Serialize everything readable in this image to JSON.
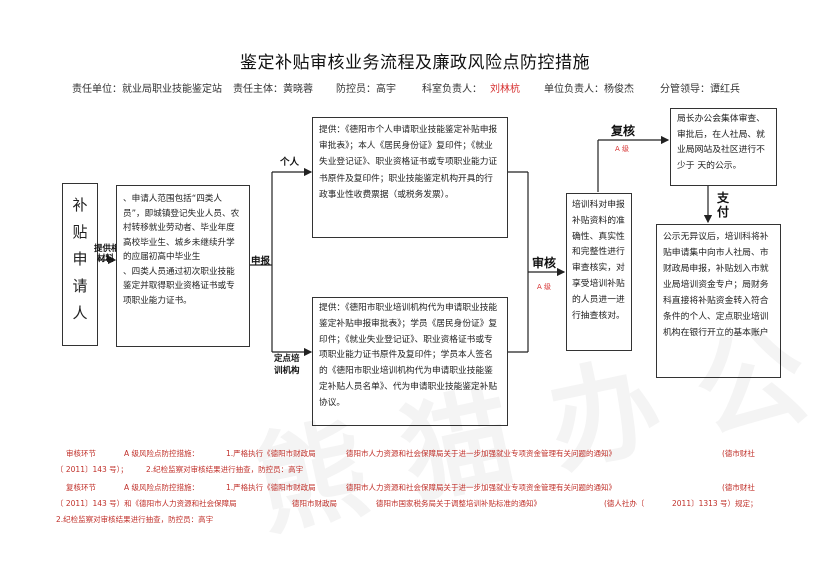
{
  "title": "鉴定补贴审核业务流程及廉政风险点防控措施",
  "meta": {
    "unit_label": "责任单位：就业局职业技能鉴定站",
    "subject_label": "责任主体：黄晓蓉",
    "controller_label": "防控员：高宇",
    "section_head_label": "科室负责人：",
    "section_head_name": "刘林杭",
    "unit_head_label": "单位负责人：杨俊杰",
    "leader_label": "分管领导：谭红兵"
  },
  "flow": {
    "applicant": [
      "补",
      "贴",
      "申",
      "请",
      "人"
    ],
    "materials_label_1": "提供相关",
    "materials_label_2": "材料",
    "conditions": {
      "line1": "、申请人范围包括“四类人员”，即城镇登记失业人员、农村转移就业劳动者、毕业年度高校毕业生、城乡未继续升学的应届初高中毕业生",
      "line2": "、四类人员通过初次职业技能鉴定并取得职业资格证书或专项职业能力证书。"
    },
    "submit_label": "申报",
    "individual_label": "个人",
    "institution_label_1": "定点培",
    "institution_label_2": "训机构",
    "individual_box": "提供：《德阳市个人申请职业技能鉴定补贴申报审批表》；本人《居民身份证》复印件；《就业失业登记证》、职业资格证书或专项职业能力证书原件及复印件；职业技能鉴定机构开具的行政事业性收费票据（或税务发票）。",
    "institution_box": "提供：《德阳市职业培训机构代为申请职业技能鉴定补贴申报审批表》；学员《居民身份证》复印件；《就业失业登记证》、职业资格证书或专项职业能力证书原件及复印件；学员本人签名的《德阳市职业培训机构代为申请职业技能鉴定补贴人员名单》、代为申请职业技能鉴定补贴协议。",
    "review_label": "审核",
    "review_grade": "A 级",
    "review_box": "培训科对申报补贴资料的准确性、真实性和完整性进行审查核实，对享受培训补贴的人员进一进行抽查核对。",
    "recheck_label": "复核",
    "recheck_grade": "A 级",
    "recheck_box": "局长办公会集体审查、审批后，在人社局、就业局网站及社区进行不少于 天的公示。",
    "pay_label_1": "支",
    "pay_label_2": "付",
    "pay_box": "公示无异议后，培训科将补贴申请集中向市人社局、市财政局申报，补贴划入市就业局培训资金专户；局财务科直接将补贴资金转入符合条件的个人、定点职业培训机构在银行开立的基本账户"
  },
  "footer": {
    "r1_a": "审核环节",
    "r1_b": "A 级风险点防控措施：",
    "r1_c": "1.严格执行《德阳市财政局",
    "r1_d": "德阳市人力资源和社会保障局关于进一步加强就业专项资金管理有关问题的通知》",
    "r1_e": "(德市财社",
    "r2_a": "〔 2011〕143 号）；",
    "r2_b": "2.纪检监察对审核结果进行抽查，防控员：高宇",
    "r3_a": "复核环节",
    "r3_b": "A 级风险点防控措施：",
    "r3_c": "1.严格执行《德阳市财政局",
    "r3_d": "德阳市人力资源和社会保障局关于进一步加强就业专项资金管理有关问题的通知》",
    "r3_e": "(德市财社",
    "r4_a": "〔 2011〕143 号）和《德阳市人力资源和社会保障局",
    "r4_b": "德阳市财政局",
    "r4_c": "德阳市国家税务局关于调整培训补贴标准的通知》",
    "r4_d": "(德人社办〔",
    "r4_e": "2011〕1313 号）规定；",
    "r5_a": "2.纪检监察对审核结果进行抽查，防控员：高宇"
  },
  "watermark": "熊猫办公"
}
